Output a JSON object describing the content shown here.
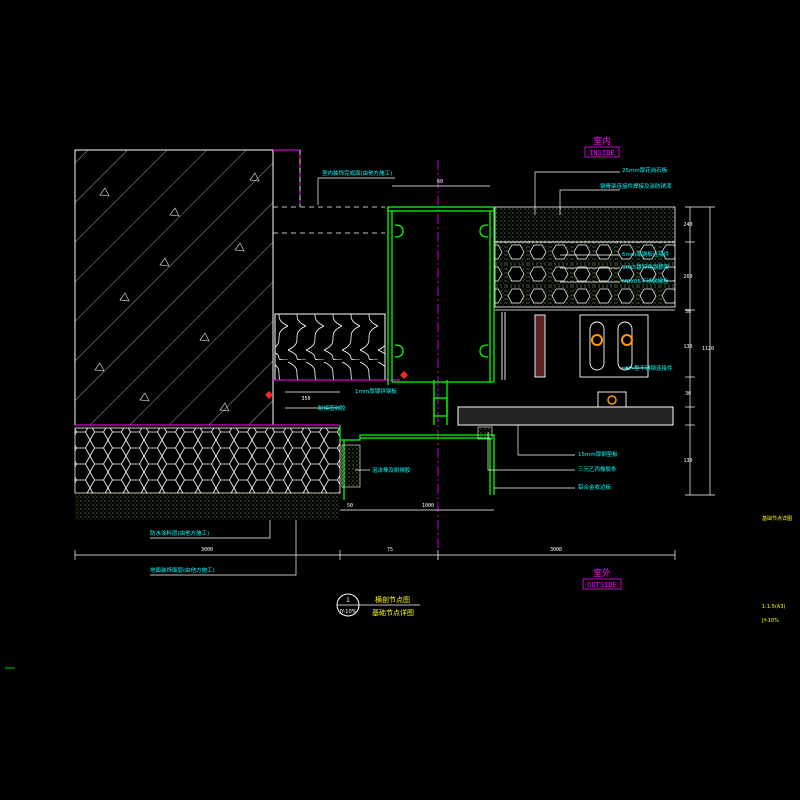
{
  "title_block": {
    "circle_number": "1",
    "circle_ref": "JY-10%",
    "title_line1": "横剖节点图",
    "title_line2": "基础节点详图"
  },
  "side_block": {
    "drawing_name": "基础节点详图",
    "scale": "1:1.5(A3)",
    "code": "JY-10%"
  },
  "room_labels": {
    "indoor_cn": "室内",
    "indoor_en": "INSIDE",
    "outdoor_cn": "室外",
    "outdoor_en": "OUTSIDE"
  },
  "annotations": {
    "top_left": "室内装饰完成面(由他方施工)",
    "r1": "25mm厚花岗石板",
    "r2": "钢骨架连接件焊接及涂防锈漆",
    "r3": "6mm厚钢板连接件",
    "r4": "50X5镀锌角钢横梁",
    "r5": "M8X65不锈钢螺栓",
    "r6": "AP-型不锈钢连接件",
    "b1": "15mm厚钢垫板",
    "b2": "三元乙丙橡胶条",
    "b3": "铝合金收边板",
    "m1": "1mm厚镀锌钢板",
    "m2": "耐候密封胶",
    "m3": "泡沫棒及耐候胶",
    "l1": "防水涂料层(由他方施工)",
    "l2": "地面装饰面层(由他方施工)"
  },
  "dims": {
    "top_width": "60",
    "bottom_left": "3000",
    "bottom_mid": "75",
    "bottom_right": "3000",
    "small_left": "50",
    "small_mid": "1000",
    "right_1": "240",
    "right_2": "260",
    "right_3": "30",
    "right_4": "130",
    "right_5": "30",
    "right_6": "130",
    "right_total": "1120",
    "mid_left": "350"
  },
  "colors": {
    "background": "#000000",
    "frame": "#00ff00",
    "annotation": "#00ffff",
    "dimension": "#ffffff",
    "accent_magenta": "#ff00ff",
    "title_yellow": "#ffff00",
    "bolt_orange": "#ff9900",
    "seal_red": "#ff2222",
    "hatch_green": "#6a9a4a"
  }
}
